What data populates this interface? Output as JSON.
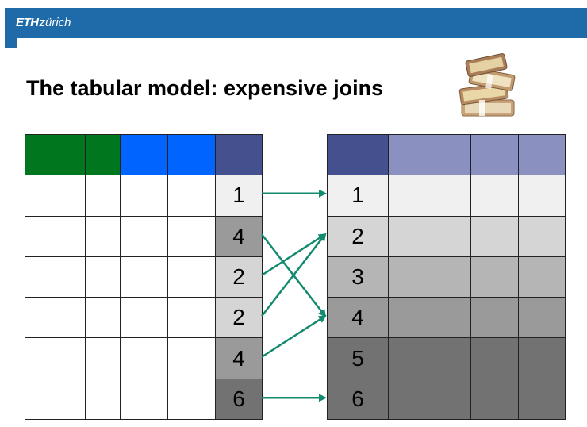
{
  "header": {
    "logo_eth": "ETH",
    "logo_zurich": "zürich"
  },
  "title": "The tabular model: expensive joins",
  "money_image": {
    "icon": "money-stack-icon"
  },
  "colors": {
    "header_blue": "#1f6aa8",
    "green": "#00761f",
    "blue": "#0064ff",
    "key_header": "#45508f",
    "light_header": "#8a90c0",
    "arrow": "#138a6e"
  },
  "left_table": {
    "header_colors": [
      "#00761f",
      "#00761f",
      "#0064ff",
      "#0064ff",
      "#45508f"
    ],
    "key_column": [
      {
        "value": "1",
        "shade": "#f0f0f0"
      },
      {
        "value": "4",
        "shade": "#9a9a9a"
      },
      {
        "value": "2",
        "shade": "#d5d5d5"
      },
      {
        "value": "2",
        "shade": "#d5d5d5"
      },
      {
        "value": "4",
        "shade": "#9a9a9a"
      },
      {
        "value": "6",
        "shade": "#727272"
      }
    ]
  },
  "right_table": {
    "header_colors": [
      "#45508f",
      "#8a90c0",
      "#8a90c0",
      "#8a90c0",
      "#8a90c0"
    ],
    "rows": [
      {
        "value": "1",
        "shade": "#f0f0f0"
      },
      {
        "value": "2",
        "shade": "#d5d5d5"
      },
      {
        "value": "3",
        "shade": "#b5b5b5"
      },
      {
        "value": "4",
        "shade": "#9a9a9a"
      },
      {
        "value": "5",
        "shade": "#727272"
      },
      {
        "value": "6",
        "shade": "#727272"
      }
    ]
  },
  "joins": [
    {
      "from_row": 1,
      "to_row": 1
    },
    {
      "from_row": 2,
      "to_row": 4
    },
    {
      "from_row": 3,
      "to_row": 2
    },
    {
      "from_row": 4,
      "to_row": 2
    },
    {
      "from_row": 5,
      "to_row": 4
    },
    {
      "from_row": 6,
      "to_row": 6
    }
  ]
}
